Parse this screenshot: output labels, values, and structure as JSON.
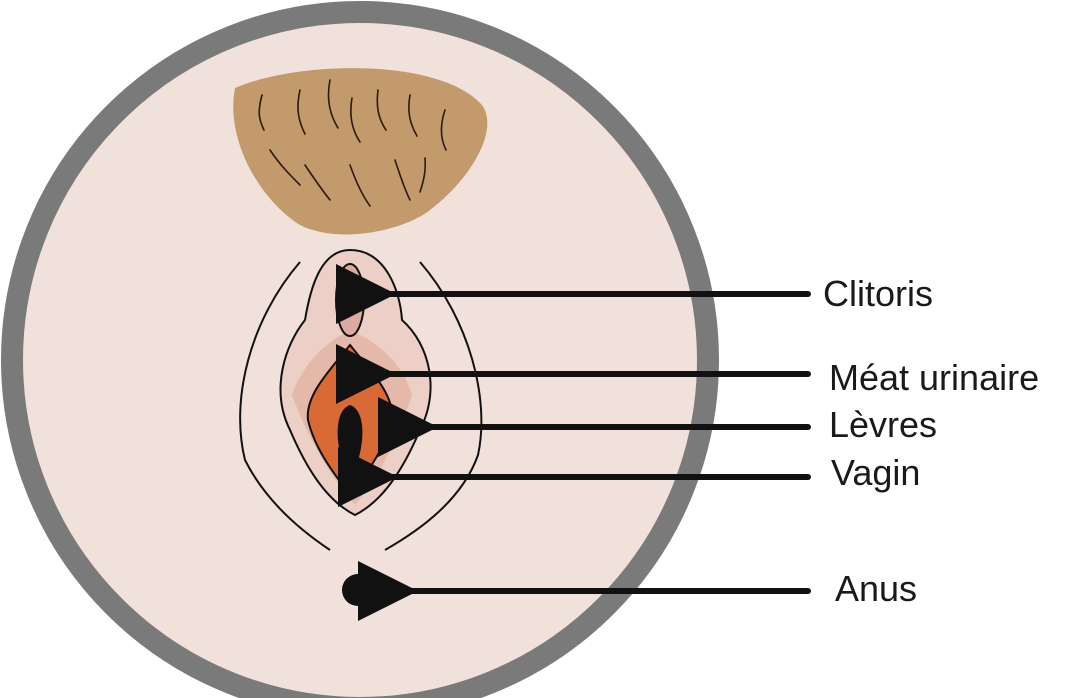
{
  "labels": {
    "clitoris": "Clitoris",
    "urinary_meatus": "Méat urinaire",
    "labia": "Lèvres",
    "vagina": "Vagin",
    "anus": "Anus"
  },
  "colors": {
    "ring": "#7a7a7a",
    "skin": "#f1e1db",
    "hair": "#c29a6b",
    "labia_outer": "#eccfc6",
    "labia_inner": "#e4b9a9",
    "vestibule": "#d96a35",
    "clitoris": "#dcaaa1",
    "arrow": "#111111"
  }
}
